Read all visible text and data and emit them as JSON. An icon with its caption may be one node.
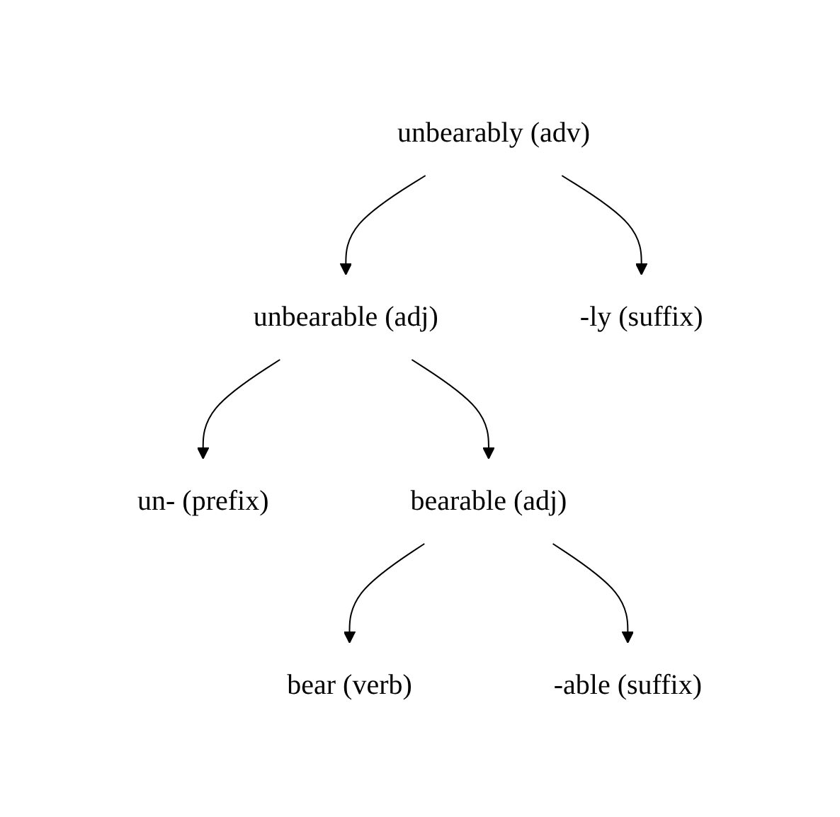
{
  "diagram": {
    "nodes": [
      {
        "text": [
          "unbearably (adv)"
        ]
      },
      {
        "text": [
          "unbearable (adj)"
        ]
      },
      {
        "text": [
          "-ly (suffix)"
        ]
      },
      {
        "text": [
          "un- (prefix)"
        ]
      },
      {
        "text": [
          "bearable (adj)"
        ]
      },
      {
        "text": [
          "bear (verb)"
        ]
      },
      {
        "text": [
          "-able (suffix)"
        ]
      }
    ],
    "edges": [
      {
        "from": 0,
        "to": 1,
        "arrow": "to"
      },
      {
        "from": 0,
        "to": 2,
        "arrow": "to"
      },
      {
        "from": 1,
        "to": 3,
        "arrow": "to"
      },
      {
        "from": 1,
        "to": 4,
        "arrow": "to"
      },
      {
        "from": 4,
        "to": 5,
        "arrow": "to"
      },
      {
        "from": 4,
        "to": 6,
        "arrow": "to"
      }
    ]
  }
}
